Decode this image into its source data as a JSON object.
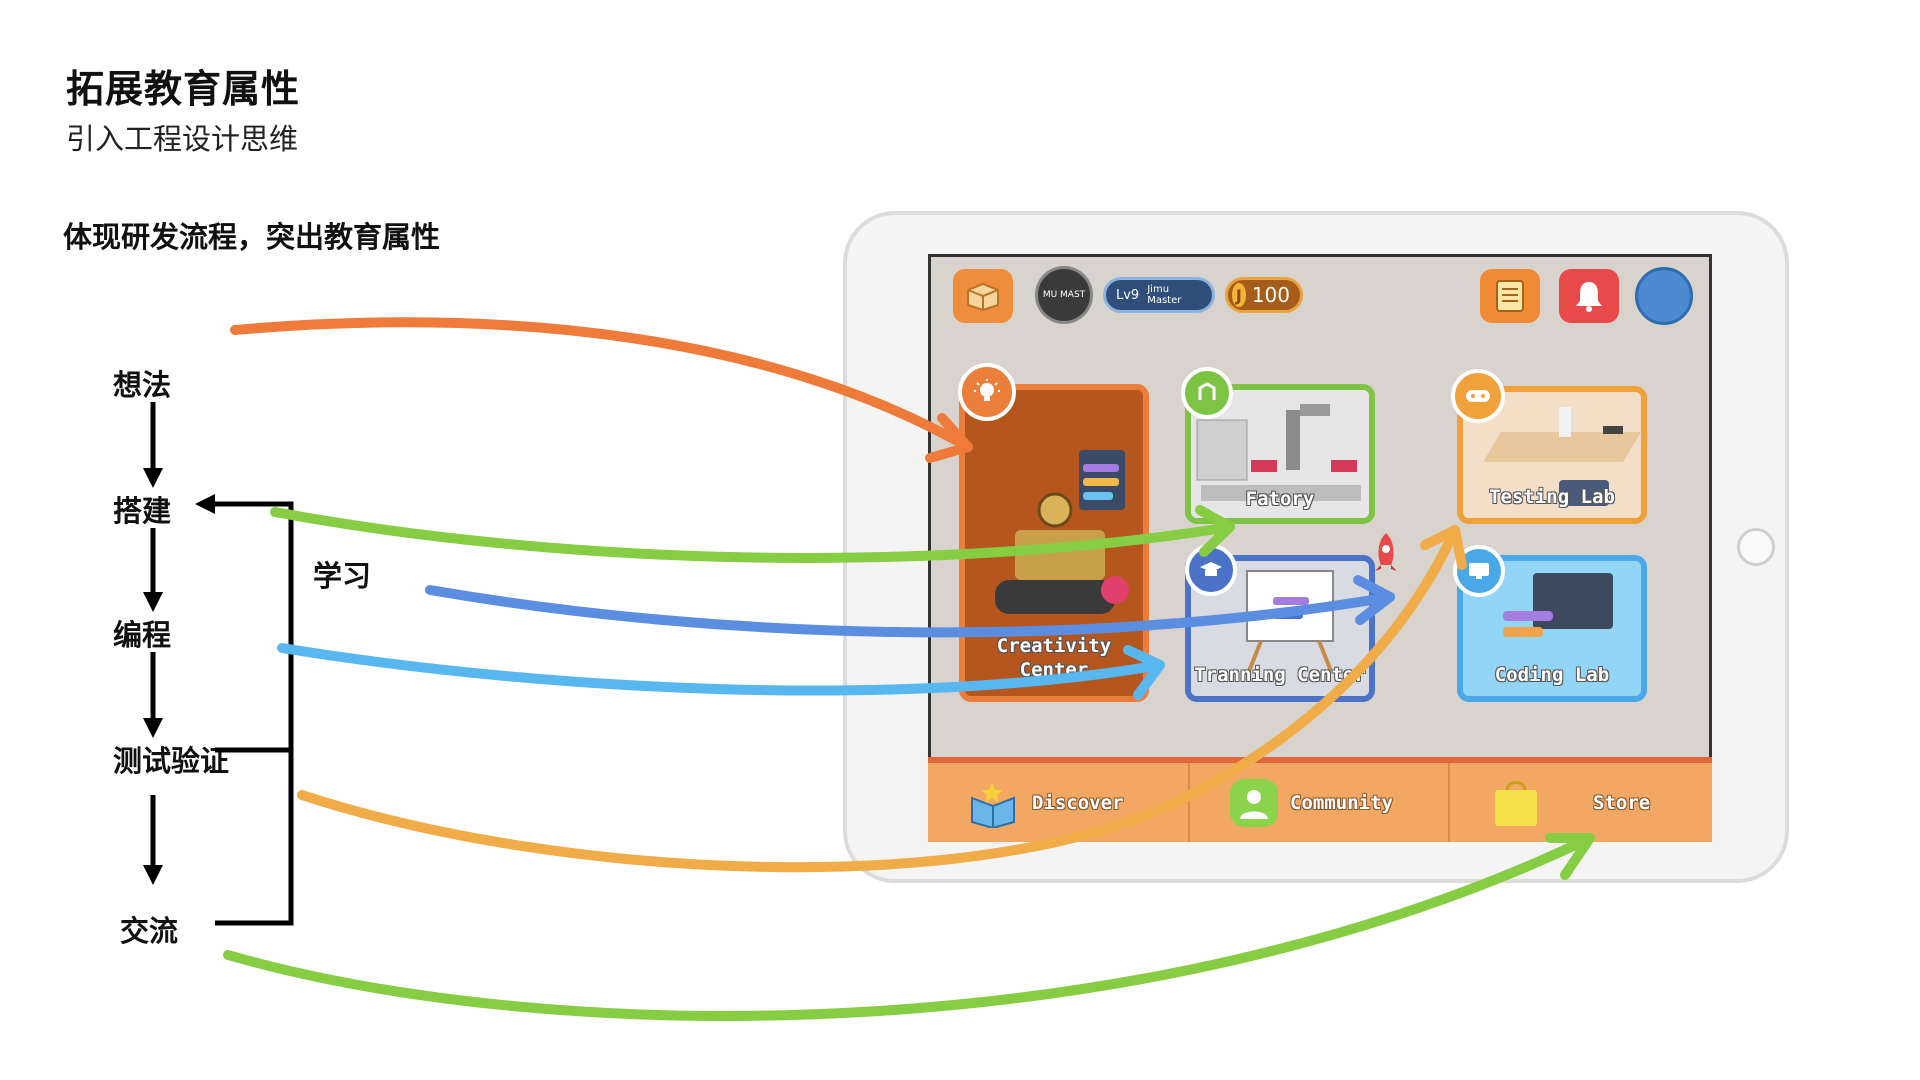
{
  "header": {
    "title": "拓展教育属性",
    "subtitle": "引入工程设计思维"
  },
  "section_title": "体现研发流程，突出教育属性",
  "flow": {
    "steps": [
      "想法",
      "搭建",
      "编程",
      "测试验证",
      "交流"
    ],
    "loop_label": "学习"
  },
  "app": {
    "top_bar": {
      "level_text": "Lv9",
      "level_title": "Jimu Master",
      "coin_symbol": "J",
      "coins": "100",
      "avatar_text": "MU MAST"
    },
    "cards": {
      "creativity": "Creativity Center",
      "factory": "Fatory",
      "testing": "Testing Lab",
      "training": "Tranning Center",
      "coding": "Coding Lab"
    },
    "nav": {
      "discover": "Discover",
      "community": "Community",
      "store": "Store"
    }
  },
  "colors": {
    "idea_arrow": "#ee7b3a",
    "build_arrow": "#86cd44",
    "code_arrow_learn": "#5b8ee0",
    "code_arrow": "#58b7ee",
    "test_arrow": "#f0ac48",
    "share_arrow": "#86cd44",
    "creativity_card": "#b5561f",
    "factory_card": "#7dc445",
    "testing_card": "#f1a13c",
    "training_card": "#4a73c8",
    "coding_card": "#8fd3f5"
  }
}
